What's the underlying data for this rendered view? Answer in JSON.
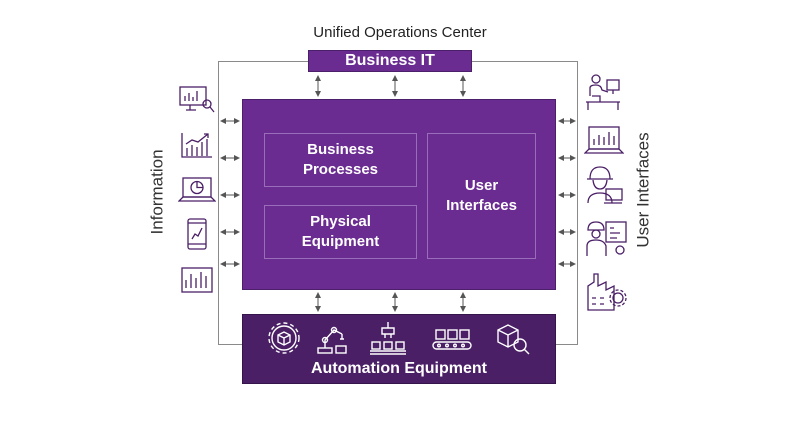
{
  "title": "Unified Operations Center",
  "business_it": "Business IT",
  "business_processes": "Business\nProcesses",
  "physical_equipment": "Physical\nEquipment",
  "user_interfaces_box": "User\nInterfaces",
  "automation_equipment": "Automation Equipment",
  "left_label": "Information",
  "right_label": "User Interfaces",
  "left_icons": [
    "monitor-chart-search-icon",
    "bar-chart-trend-icon",
    "laptop-pie-chart-icon",
    "tablet-chart-icon",
    "document-bar-chart-icon"
  ],
  "right_icons": [
    "operator-at-desk-icon",
    "laptop-chart-icon",
    "hardhat-worker-icon",
    "worker-with-board-icon",
    "factory-gear-icon"
  ],
  "automation_icons": [
    "gear-box-icon",
    "robot-arm-icon",
    "robot-conveyor-icon",
    "conveyor-boxes-icon",
    "package-inspection-icon"
  ],
  "colors": {
    "purple": "#6a2c91",
    "dark_purple": "#4a1f66",
    "border": "#8a8a8a"
  }
}
